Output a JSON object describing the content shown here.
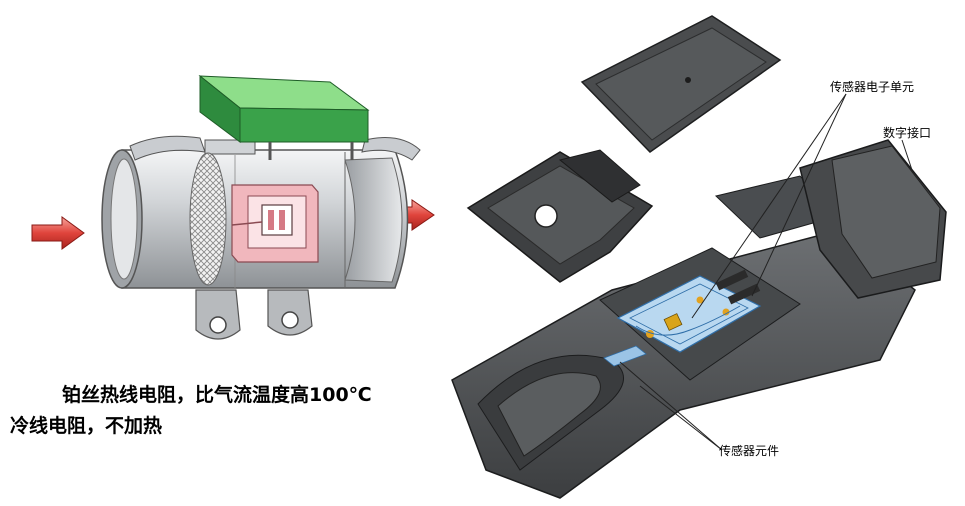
{
  "captions": {
    "line1": "铂丝热线电阻，比气流温度高100℃",
    "line2": "冷线电阻，不加热"
  },
  "callouts": {
    "sensor_electronics": "传感器电子单元",
    "digital_interface": "数字接口",
    "sensor_element": "传感器元件"
  },
  "colors": {
    "arrow": "#e0443c",
    "pcb": "#2e8b3e",
    "housing": "#55585b",
    "tube": "#c8ccd0",
    "hotwire_element": "#f1b7bd",
    "circuit": "#b9d8f0"
  }
}
